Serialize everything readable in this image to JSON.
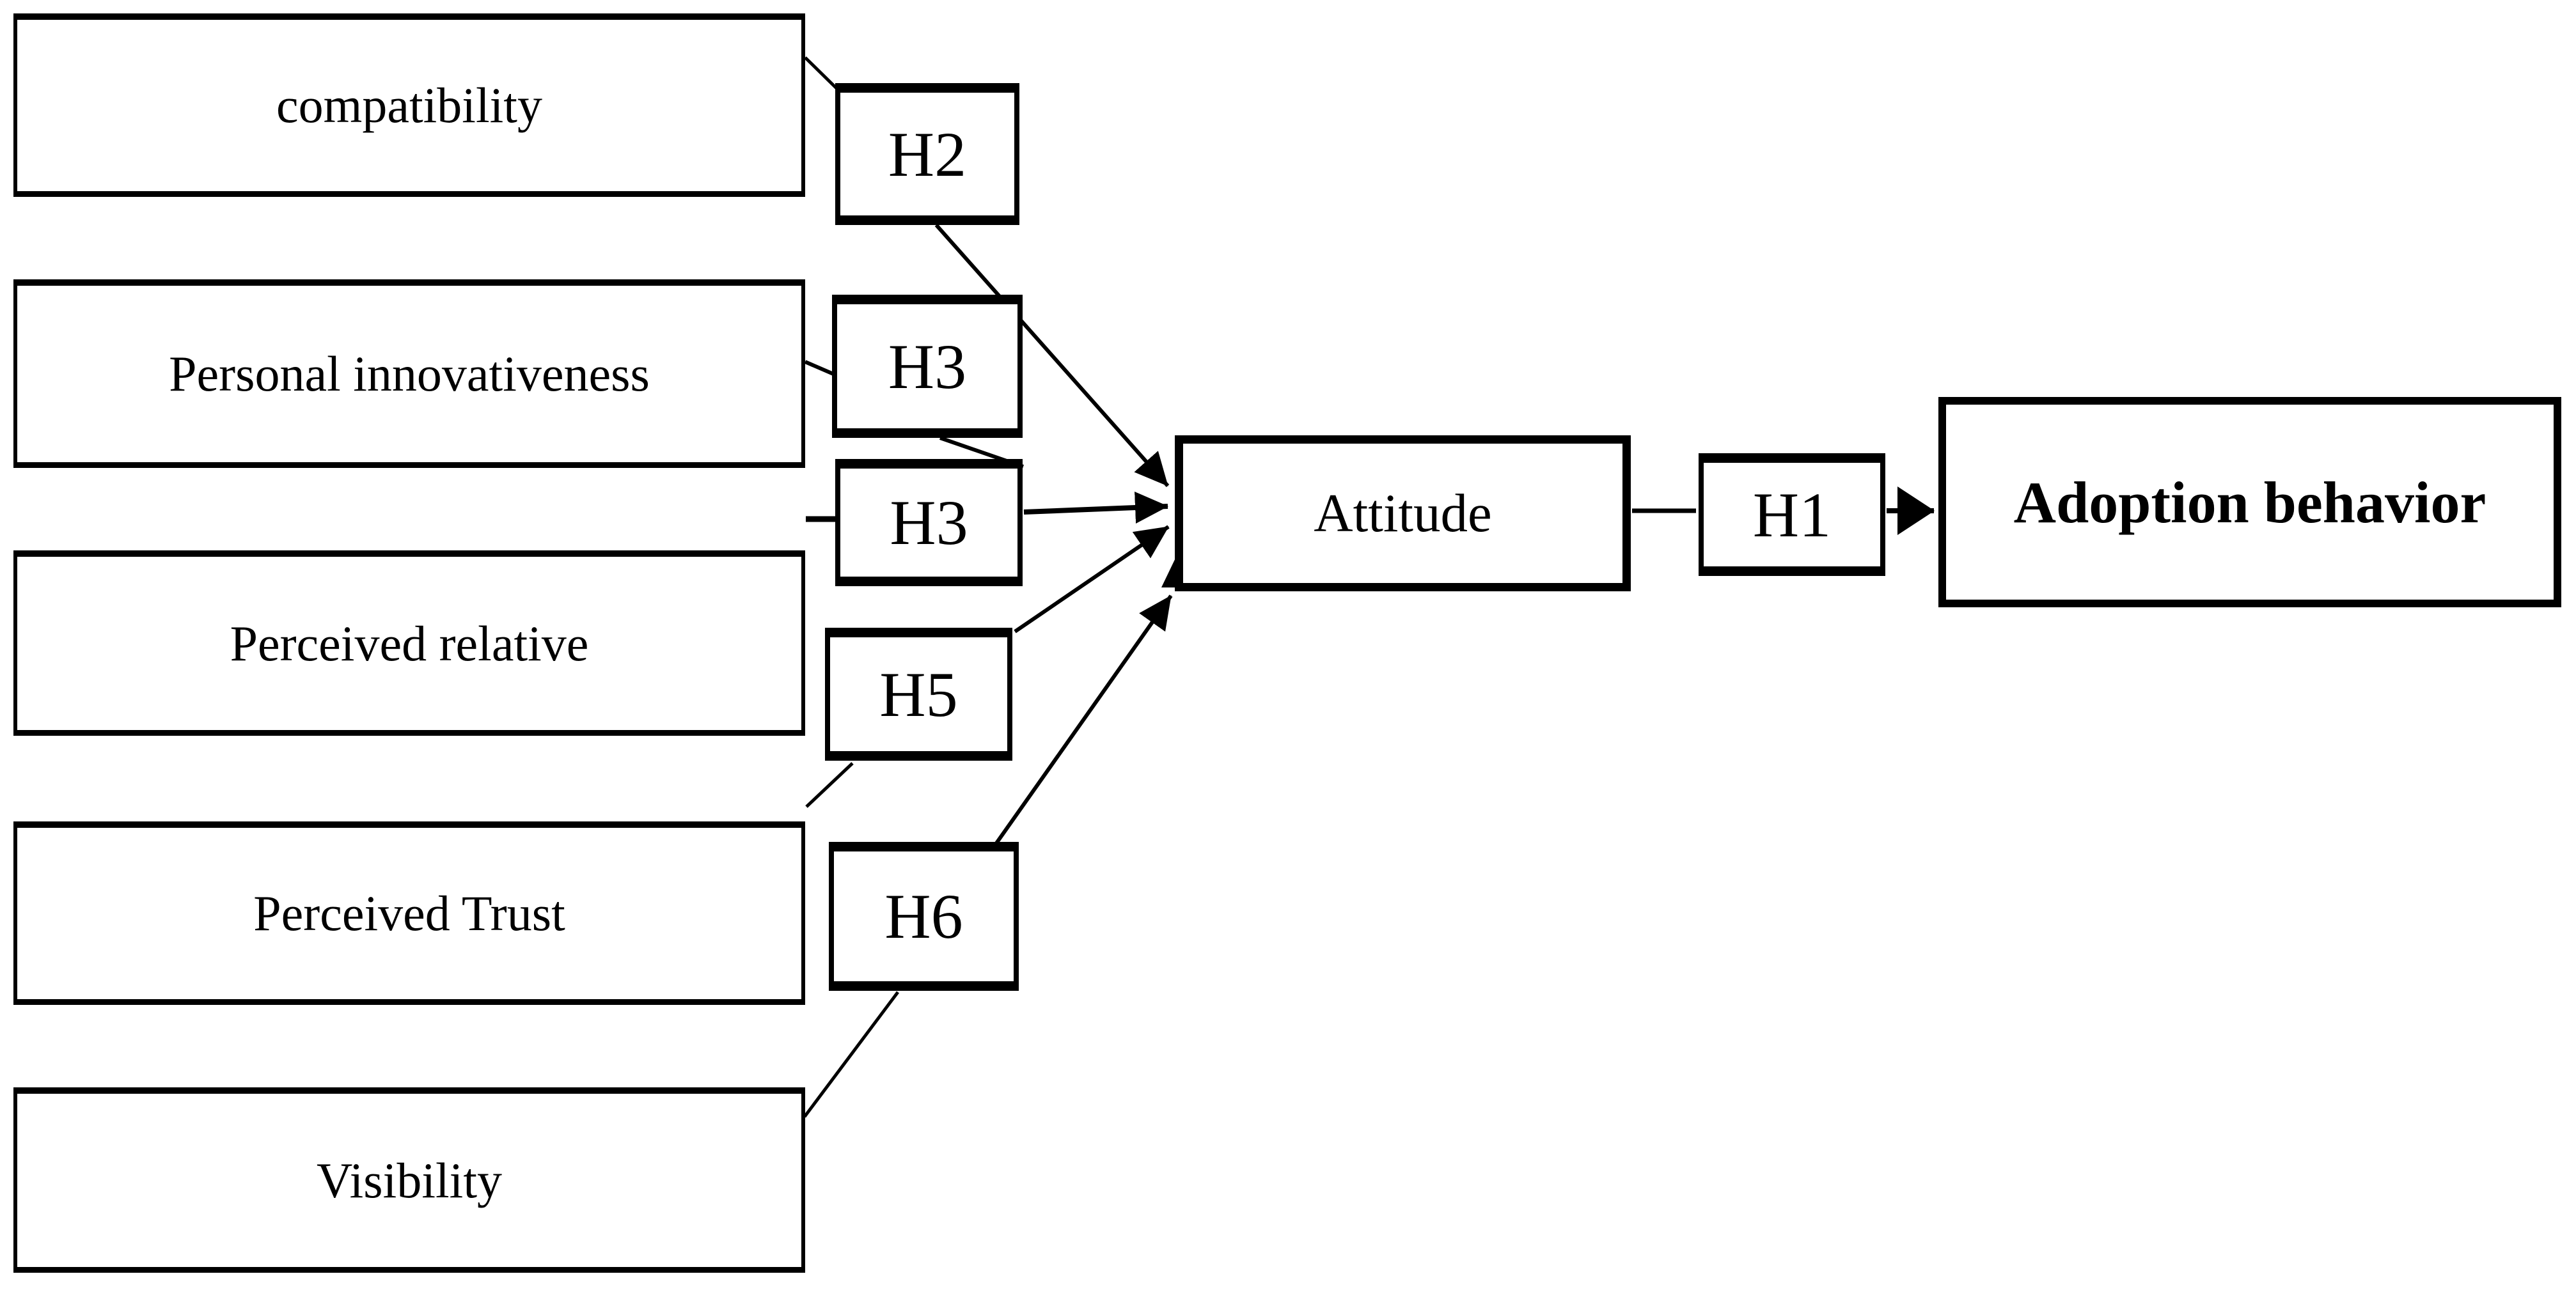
{
  "canvas": {
    "background": "#ffffff",
    "line_color": "#000000"
  },
  "diagram": {
    "factors": [
      {
        "id": "compatibility",
        "label": "compatibility"
      },
      {
        "id": "personal-innovativeness",
        "label": "Personal innovativeness"
      },
      {
        "id": "perceived-relative",
        "label": "Perceived relative"
      },
      {
        "id": "perceived-trust",
        "label": "Perceived Trust"
      },
      {
        "id": "visibility",
        "label": "Visibility"
      }
    ],
    "hypotheses": {
      "h1": "H1",
      "h2": "H2",
      "h3a": "H3",
      "h3b": "H3",
      "h5": "H5",
      "h6": "H6"
    },
    "mediator": {
      "label": "Attitude"
    },
    "outcome": {
      "label": "Adoption behavior"
    }
  }
}
